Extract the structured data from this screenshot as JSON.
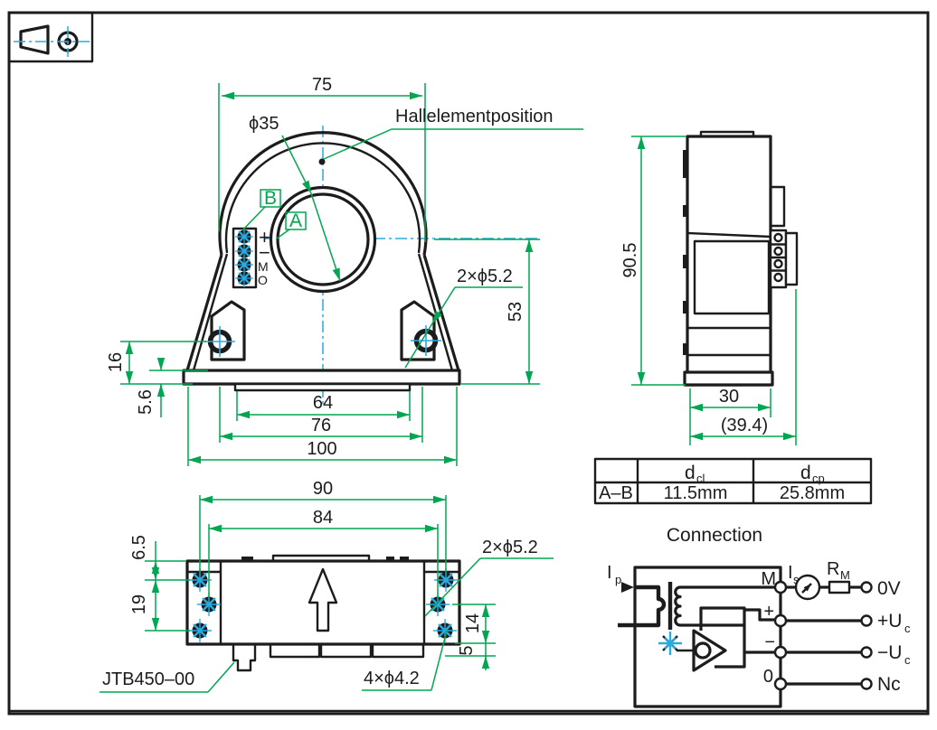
{
  "colors": {
    "line": "#1C1C1C",
    "dimension": "#00A651",
    "centerline": "#29ABE2",
    "background": "#FFFFFF"
  },
  "projection_symbol": {
    "type": "first-angle-projection"
  },
  "front_view": {
    "dims": {
      "top_width": "75",
      "bore": "ϕ35",
      "mount_holes": "2×ϕ5.2",
      "center_height": "53",
      "foot_hole_height": "16",
      "base_thickness": "5.6",
      "base_inner_width": "64",
      "base_mid_width": "76",
      "base_width": "100"
    },
    "labels": {
      "hall": "Hallelementposition",
      "datum_a": "A",
      "datum_b": "B"
    },
    "terminals": {
      "plus": "+",
      "minus": "−",
      "m": "M",
      "o": "O"
    }
  },
  "side_view": {
    "dims": {
      "height": "90.5",
      "depth": "30",
      "overall_depth": "(39.4)"
    }
  },
  "distance_table": {
    "row_header": "A–B",
    "columns": [
      {
        "symbol": "d",
        "subscript": "cl"
      },
      {
        "symbol": "d",
        "subscript": "cp"
      }
    ],
    "values": [
      "11.5mm",
      "25.8mm"
    ]
  },
  "bottom_view": {
    "dims": {
      "hole_span": "90",
      "inner_hole_span": "84",
      "edge_offset": "6.5",
      "hole_pitch": "19",
      "side_holes": "2×ϕ5.2",
      "depth_14": "14",
      "depth_5": "5",
      "small_holes": "4×ϕ4.2"
    },
    "part_number": "JTB450–00"
  },
  "connection": {
    "title": "Connection",
    "primary_current": {
      "symbol": "I",
      "subscript": "p"
    },
    "secondary_current": {
      "symbol": "I",
      "subscript": "s"
    },
    "measure_resistor": {
      "symbol": "R",
      "subscript": "M"
    },
    "pins": {
      "m": "M",
      "plus": "+",
      "minus": "−",
      "zero": "0"
    },
    "outputs": {
      "ov": "0V",
      "positive_supply": {
        "symbol": "+U",
        "subscript": "c"
      },
      "negative_supply": {
        "symbol": "−U",
        "subscript": "c"
      },
      "nc": "Nc"
    }
  }
}
